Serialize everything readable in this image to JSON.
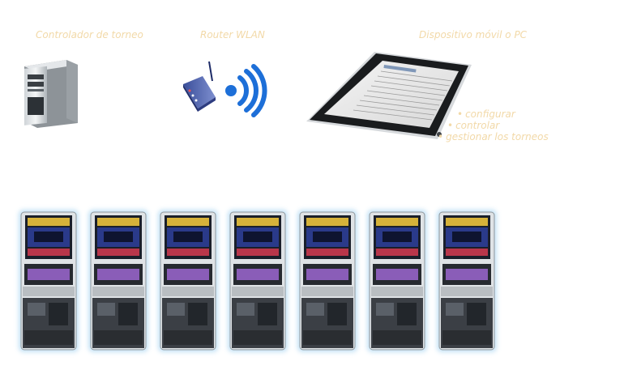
{
  "labels": {
    "controller": "Controlador de torneo",
    "router": "Router WLAN",
    "device": "Dispositivo móvil o PC"
  },
  "features": [
    "configurar",
    "controlar",
    "gestionar los torneos"
  ],
  "bullet": "•",
  "slot_machine_count": 7,
  "colors": {
    "label_text": "#f2d9a8",
    "glow": "#bfe0f5",
    "wifi_blue": "#1d6fd8"
  },
  "icons": {
    "controller": "desktop-tower-icon",
    "router": "wlan-router-icon",
    "signal": "wifi-signal-icon",
    "device": "tablet-icon",
    "machine": "slot-machine-icon"
  }
}
